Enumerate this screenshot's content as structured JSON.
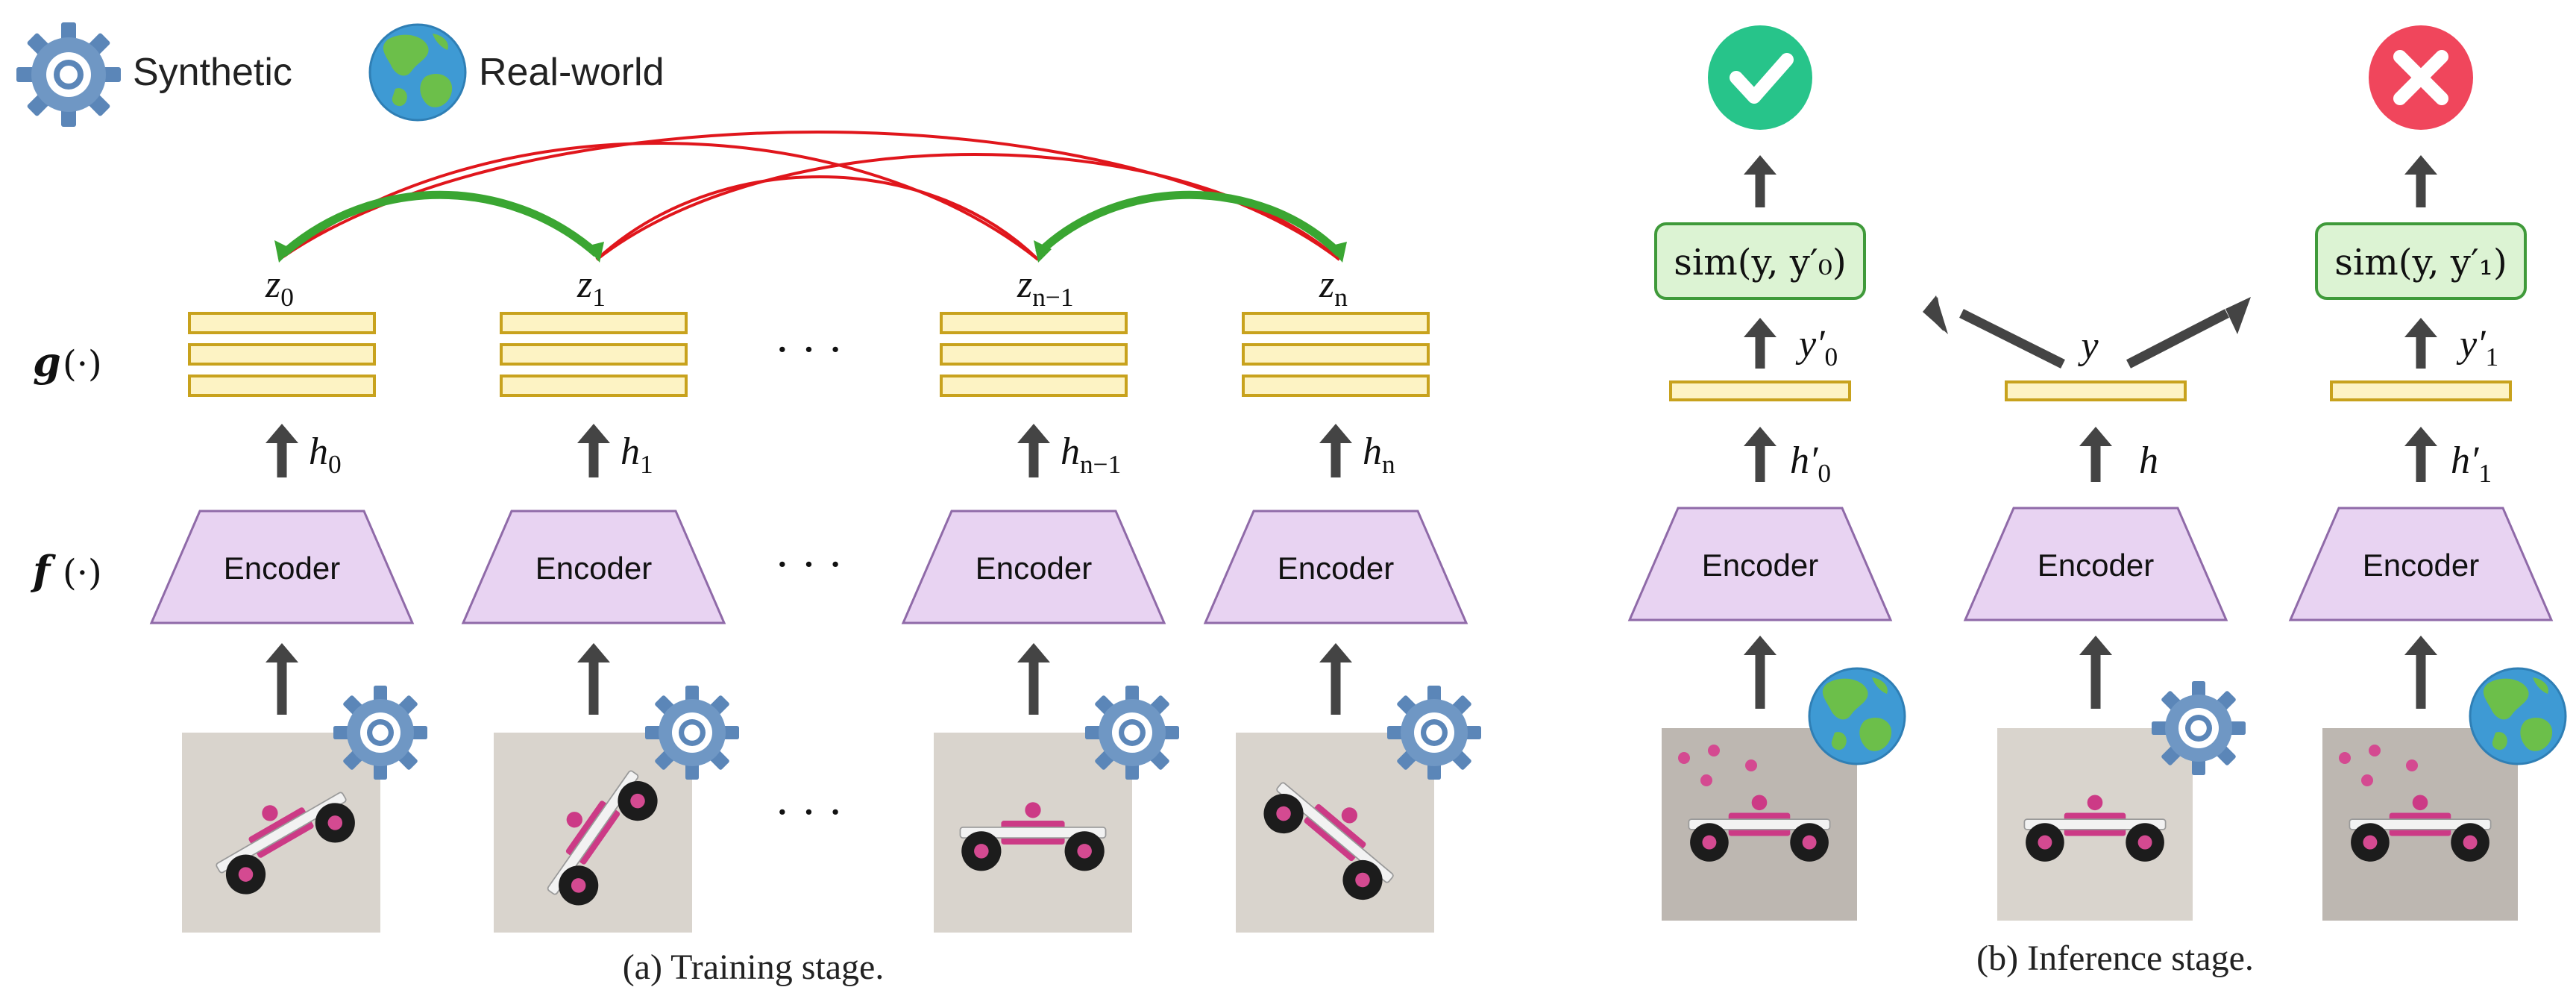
{
  "legend": {
    "synthetic_label": "Synthetic",
    "real_label": "Real-world"
  },
  "row_labels": {
    "g": "g",
    "g_arg": "(·)",
    "f": "f",
    "f_arg": "(·)"
  },
  "ellipsis": "· · ·",
  "encoder_label": "Encoder",
  "training": {
    "columns": [
      {
        "z": "z",
        "z_sub": "0",
        "h": "h",
        "h_sub": "0",
        "source": "synthetic"
      },
      {
        "z": "z",
        "z_sub": "1",
        "h": "h",
        "h_sub": "1",
        "source": "synthetic"
      },
      {
        "z": "z",
        "z_sub": "n−1",
        "h": "h",
        "h_sub": "n−1",
        "source": "synthetic"
      },
      {
        "z": "z",
        "z_sub": "n",
        "h": "h",
        "h_sub": "n",
        "source": "synthetic"
      }
    ],
    "caption": "(a) Training stage."
  },
  "inference": {
    "left": {
      "sim": "sim(y, y′₀)",
      "y": "y′",
      "y_sub": "0",
      "h": "h′",
      "h_sub": "0",
      "source": "real-world",
      "result": "check"
    },
    "center": {
      "y": "y",
      "h": "h",
      "source": "synthetic"
    },
    "right": {
      "sim": "sim(y, y′₁)",
      "y": "y′",
      "y_sub": "1",
      "h": "h′",
      "h_sub": "1",
      "source": "real-world",
      "result": "cross"
    },
    "caption": "(b) Inference stage."
  },
  "colors": {
    "encoder_fill": "#e8d3f2",
    "encoder_stroke": "#8f6aa8",
    "feature_fill": "#fdf3c4",
    "feature_stroke": "#c8a21d",
    "sim_fill": "#dcf3d3",
    "sim_stroke": "#3f9a3a",
    "positive_arrow": "#3aa632",
    "negative_arrow": "#e0161c",
    "arrow_gray": "#444444",
    "check_green": "#27c48a",
    "cross_red": "#f0465c",
    "gear_blue": "#5b86b8"
  },
  "icons": {
    "synthetic": "gear-icon",
    "real_world": "globe-icon",
    "correct": "check-circle-icon",
    "wrong": "cross-circle-icon"
  }
}
